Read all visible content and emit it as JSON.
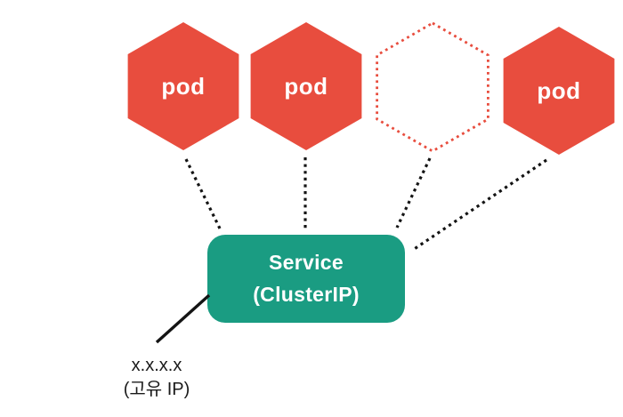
{
  "colors": {
    "background": "#FFFFFF",
    "pod_red": "#E84D3E",
    "service_teal": "#1A9C82",
    "line_black": "#141414",
    "text_white": "#FFFFFF",
    "text_black": "#1A1A1A"
  },
  "diagram": {
    "pods": [
      {
        "label": "pod",
        "style": "filled"
      },
      {
        "label": "pod",
        "style": "filled"
      },
      {
        "label": "",
        "style": "dotted-outline-placeholder"
      },
      {
        "label": "pod",
        "style": "filled"
      }
    ],
    "service": {
      "name": "Service",
      "type": "(ClusterIP)"
    },
    "ip": {
      "address": "x.x.x.x",
      "caption": "(고유 IP)"
    }
  }
}
